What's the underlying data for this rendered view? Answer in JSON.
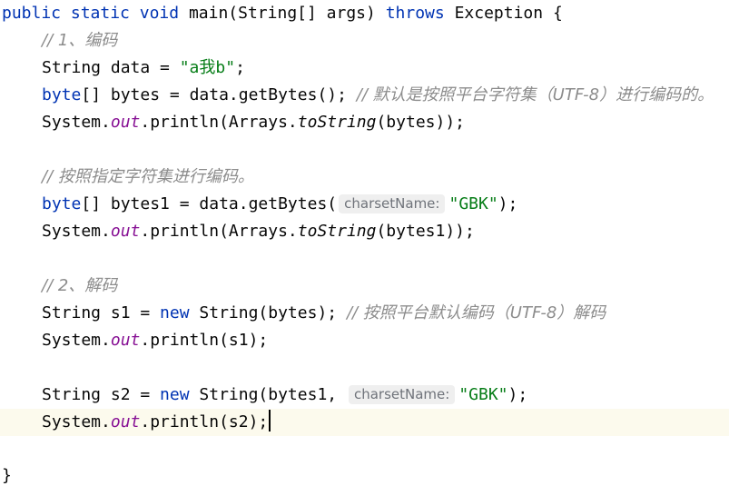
{
  "code": {
    "line1": {
      "kw_public": "public",
      "kw_static": "static",
      "kw_void": "void",
      "method_sig": "main(String[] args)",
      "kw_throws": "throws",
      "exception_tail": "Exception {"
    },
    "line2": {
      "comment": "// 1、编码"
    },
    "line3": {
      "decl": "String data = ",
      "literal": "\"a我b\"",
      "end": ";"
    },
    "line4": {
      "kw_byte": "byte",
      "rest": "[] bytes = data.getBytes(); ",
      "comment": "// 默认是按照平台字符集（UTF-8）进行编码的。"
    },
    "line5": {
      "prefix": "System.",
      "field": "out",
      "mid": ".println(Arrays.",
      "static_call": "toString",
      "tail": "(bytes));"
    },
    "line6": {
      "comment": "// 按照指定字符集进行编码。"
    },
    "line7": {
      "kw_byte": "byte",
      "rest": "[] bytes1 = data.getBytes(",
      "hint": "charsetName:",
      "literal": "\"GBK\"",
      "end": ");"
    },
    "line8": {
      "prefix": "System.",
      "field": "out",
      "mid": ".println(Arrays.",
      "static_call": "toString",
      "tail": "(bytes1));"
    },
    "line9": {
      "comment": "// 2、解码"
    },
    "line10": {
      "decl": "String s1 = ",
      "kw_new": "new",
      "rest": " String(bytes); ",
      "comment": "// 按照平台默认编码（UTF-8）解码"
    },
    "line11": {
      "prefix": "System.",
      "field": "out",
      "tail": ".println(s1);"
    },
    "line12": {
      "decl": "String s2 = ",
      "kw_new": "new",
      "rest": " String(bytes1, ",
      "hint": "charsetName:",
      "literal": "\"GBK\"",
      "end": ");"
    },
    "line13": {
      "prefix": "System.",
      "field": "out",
      "tail": ".println(s2);"
    },
    "line14": {
      "brace": "}"
    }
  },
  "colors": {
    "keyword": "#0033b3",
    "string": "#067d17",
    "field": "#871094",
    "comment": "#8c8c8c",
    "current_line": "#fcfaed"
  }
}
